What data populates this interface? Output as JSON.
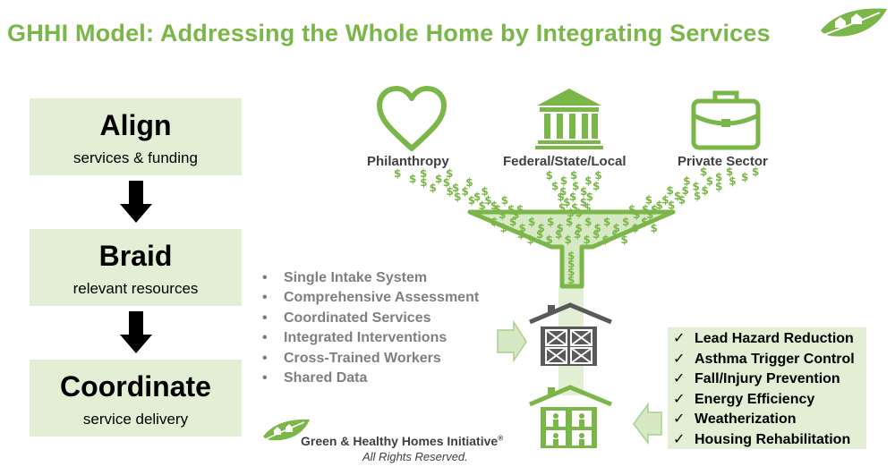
{
  "title": "GHHI Model: Addressing the Whole Home by Integrating Services",
  "steps": [
    {
      "name": "Align",
      "desc": "services & funding"
    },
    {
      "name": "Braid",
      "desc": "relevant resources"
    },
    {
      "name": "Coordinate",
      "desc": "service delivery"
    }
  ],
  "sources": [
    {
      "label": "Philanthropy",
      "icon": "heart-icon"
    },
    {
      "label": "Federal/State/Local",
      "icon": "government-building-icon"
    },
    {
      "label": "Private Sector",
      "icon": "briefcase-icon"
    }
  ],
  "bullets": [
    "Single Intake System",
    "Comprehensive Assessment",
    "Coordinated Services",
    "Integrated Interventions",
    "Cross-Trained Workers",
    "Shared Data"
  ],
  "bullet_glyph": "•",
  "checkmark": "✓",
  "dollar": "$",
  "benefits": [
    "Lead Hazard Reduction",
    "Asthma Trigger Control",
    "Fall/Injury Prevention",
    "Energy Efficiency",
    "Weatherization",
    "Housing Rehabilitation"
  ],
  "footer": {
    "org": "Green & Healthy Homes Initiative",
    "registered": "®",
    "rights": "All Rights Reserved."
  },
  "colors": {
    "green": "#7ab648",
    "dark_gray": "#595959",
    "light_green": "#e2efd4"
  }
}
